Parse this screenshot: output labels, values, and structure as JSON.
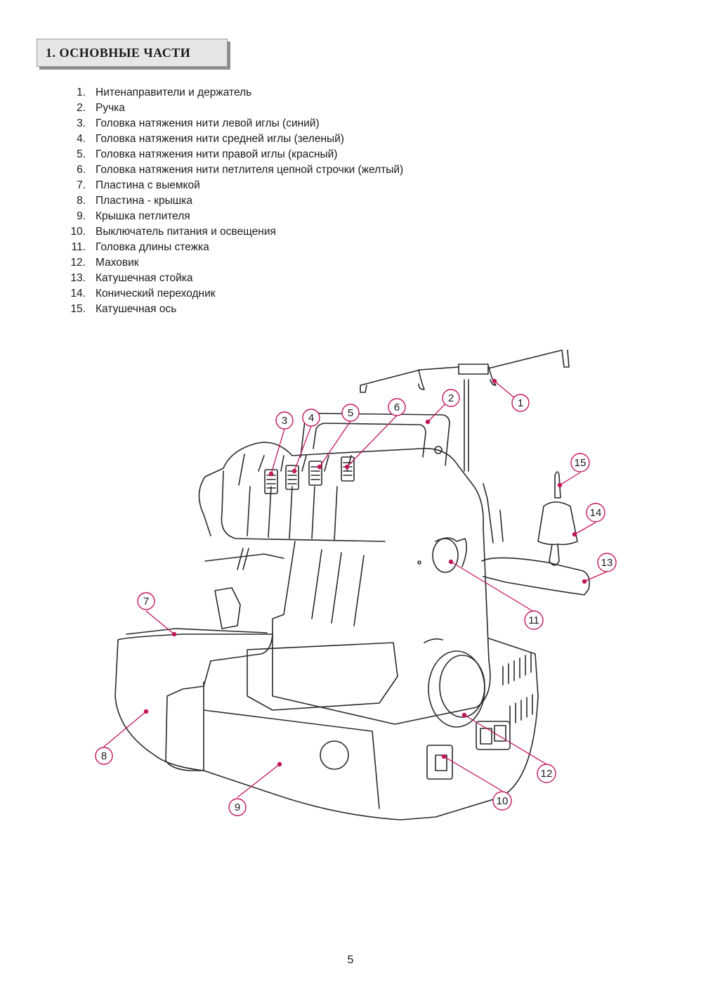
{
  "header": {
    "title": "1.  ОСНОВНЫЕ ЧАСТИ"
  },
  "parts": [
    {
      "num": "1.",
      "label": "Нитенаправители и держатель"
    },
    {
      "num": "2.",
      "label": "Ручка"
    },
    {
      "num": "3.",
      "label": "Головка натяжения нити левой иглы (синий)"
    },
    {
      "num": "4.",
      "label": "Головка натяжения нити средней иглы (зеленый)"
    },
    {
      "num": "5.",
      "label": "Головка натяжения нити правой иглы (красный)"
    },
    {
      "num": "6.",
      "label": "Головка натяжения нити петлителя цепной строчки (желтый)"
    },
    {
      "num": "7.",
      "label": "Пластина с выемкой"
    },
    {
      "num": "8.",
      "label": "Пластина - крышка"
    },
    {
      "num": "9.",
      "label": "Крышка петлителя"
    },
    {
      "num": "10.",
      "label": "Выключатель питания и освещения"
    },
    {
      "num": "11.",
      "label": "Головка длины стежка"
    },
    {
      "num": "12.",
      "label": "Маховик"
    },
    {
      "num": "13.",
      "label": "Катушечная стойка"
    },
    {
      "num": "14.",
      "label": "Конический переходник"
    },
    {
      "num": "15.",
      "label": "Катушечная ось"
    }
  ],
  "callouts": [
    "1",
    "2",
    "3",
    "4",
    "5",
    "6",
    "7",
    "8",
    "9",
    "10",
    "11",
    "12",
    "13",
    "14",
    "15"
  ],
  "colors": {
    "callout": "#c2185b",
    "line": "#2a2a2a",
    "header_bg": "#e6e6e6"
  },
  "page_number": "5"
}
